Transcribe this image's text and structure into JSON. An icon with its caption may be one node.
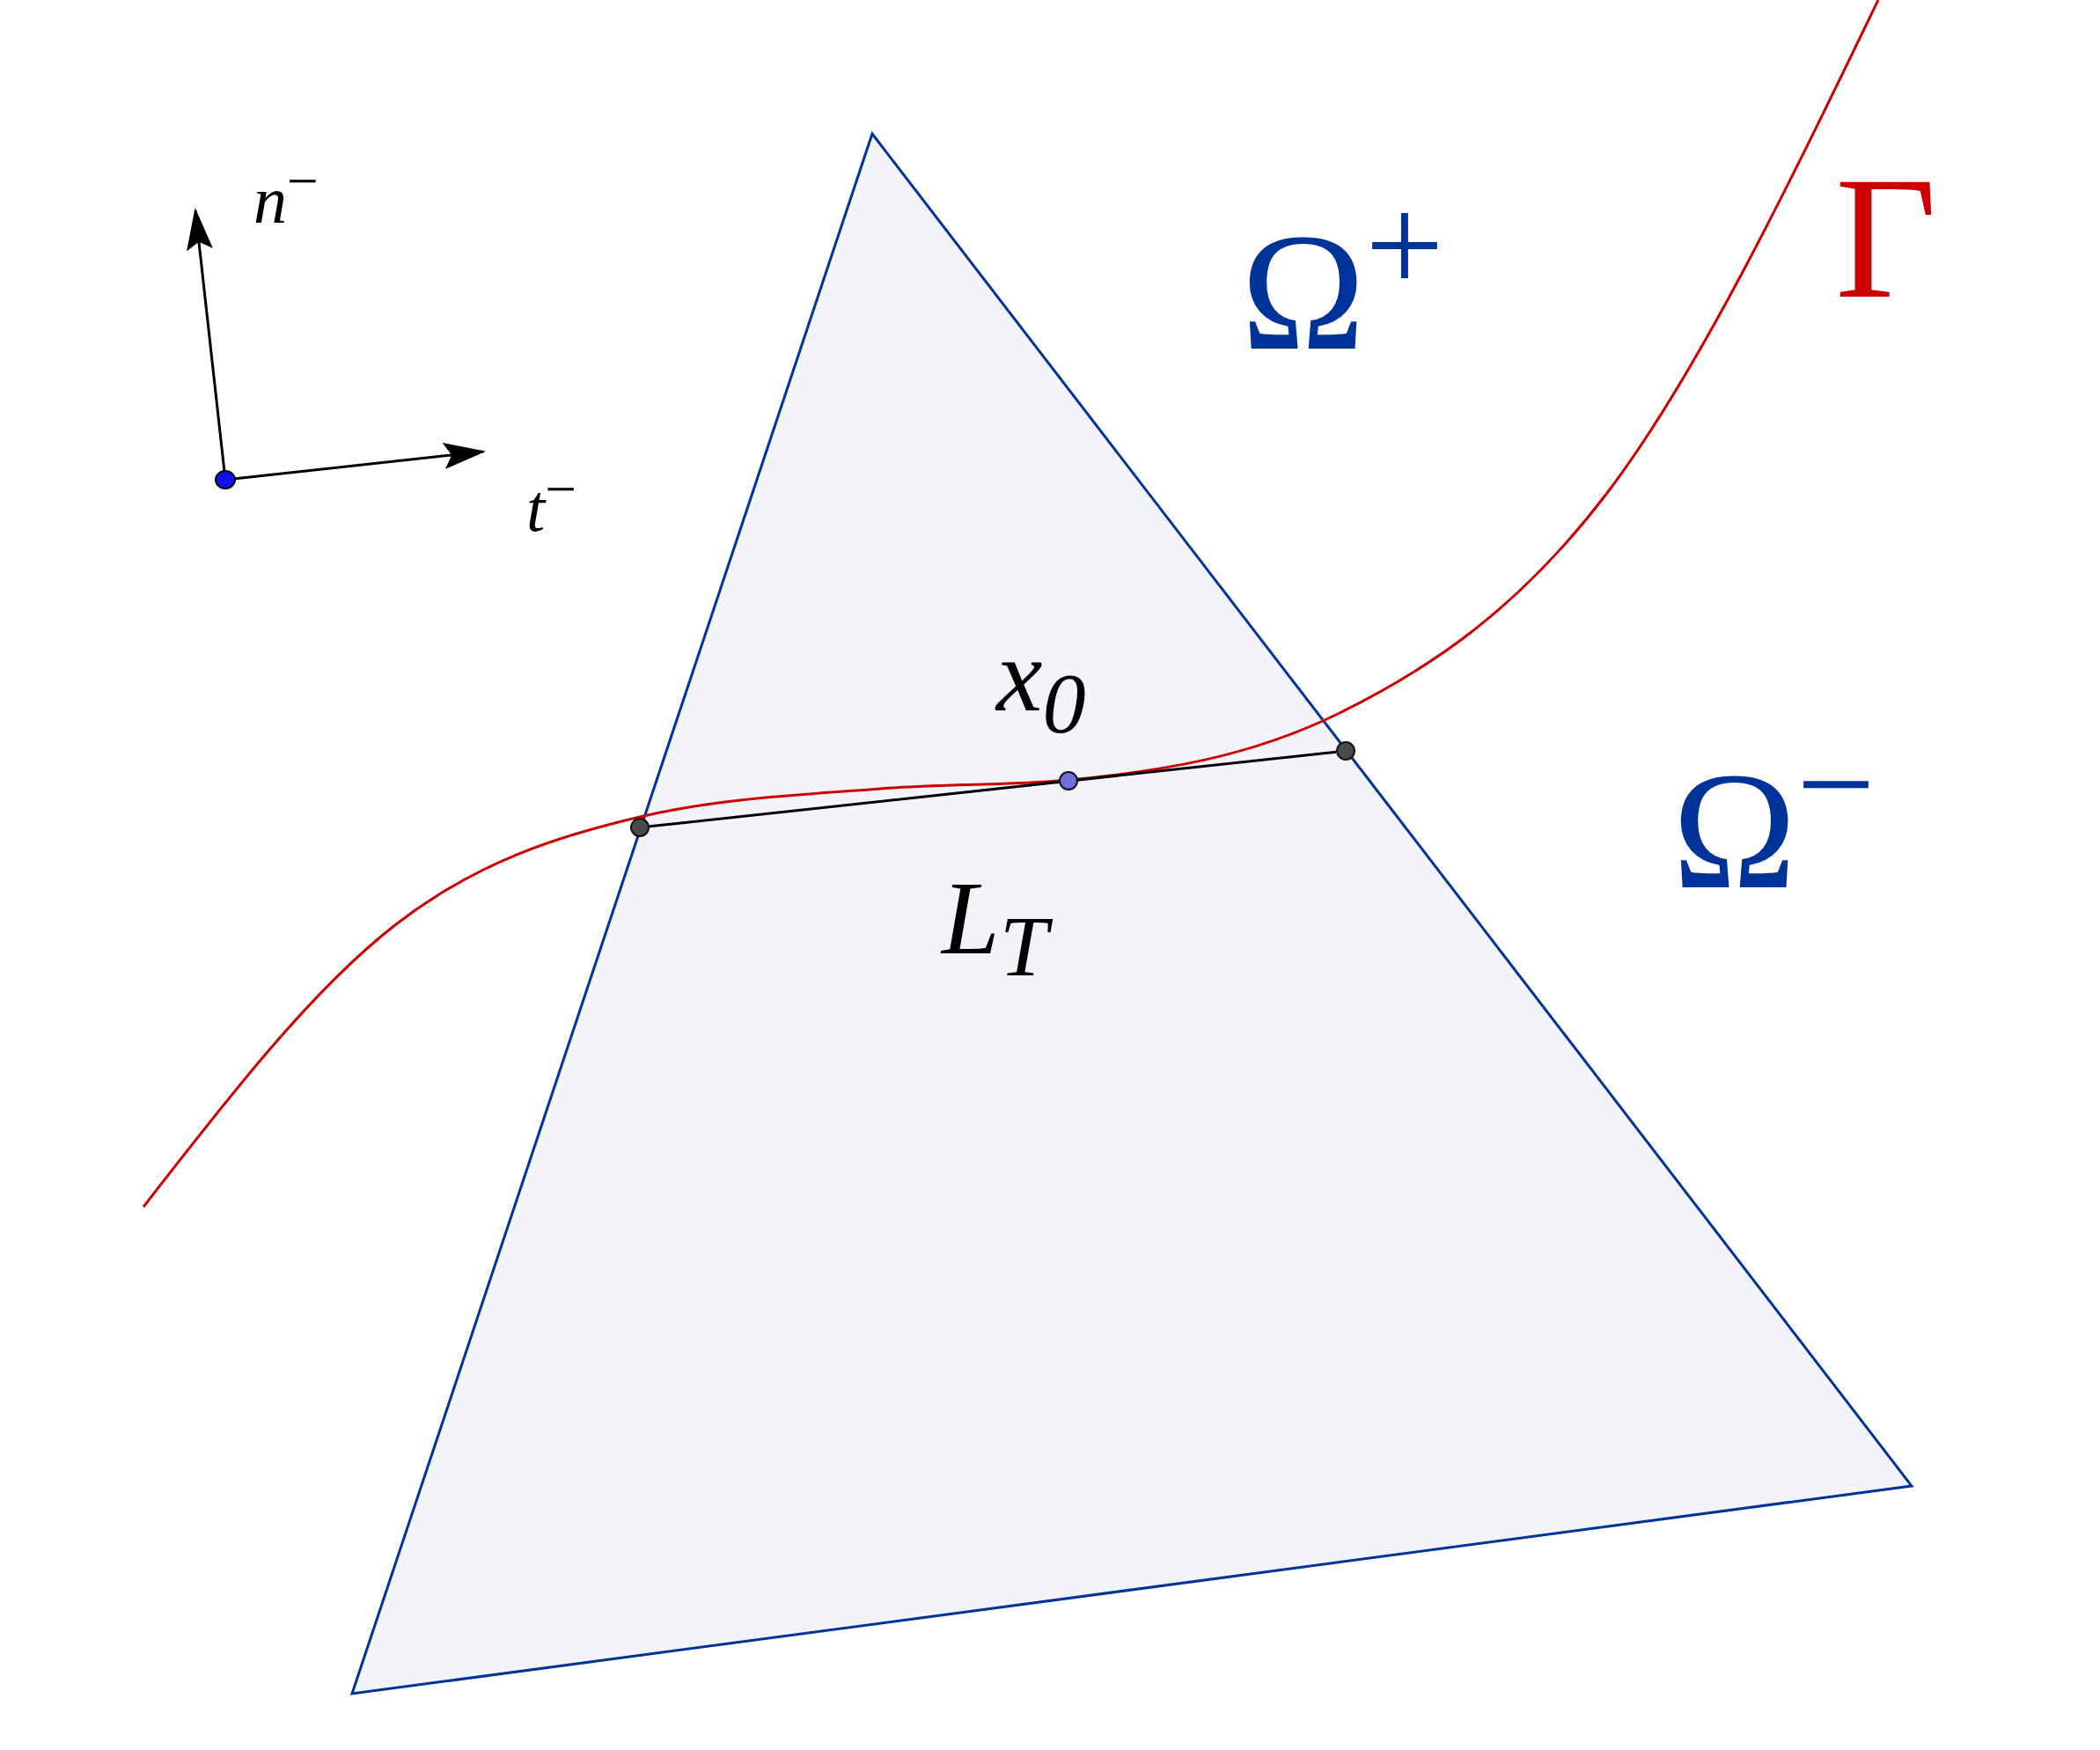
{
  "diagram": {
    "nodes": [
      {
        "text": [],
        "shape": "circle"
      },
      {
        "text": [],
        "shape": "circle",
        "beside": [
          "x$_{0}$"
        ]
      },
      {
        "text": [],
        "shape": "circle"
      }
    ],
    "edges": [
      {
        "from": 0,
        "to": 2,
        "arrow": "none",
        "label": "L$_{T}$"
      }
    ],
    "labels": [
      "n$^{−}$",
      "Ω$^{+}$",
      "Γ",
      "t$^{−}$",
      "Ω$^{−}$"
    ]
  }
}
